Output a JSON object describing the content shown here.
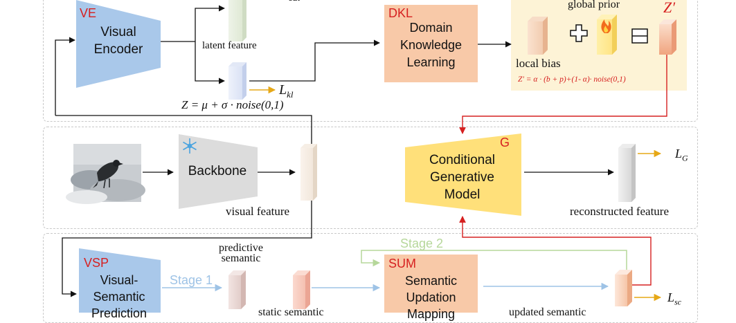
{
  "colors": {
    "encoder_blue": "#a9c8ea",
    "orange_box": "#f8c9a8",
    "yellow_trap": "#ffe07a",
    "gray_trap": "#dcdcdc",
    "red_tag": "#d62020",
    "arrow_red": "#d62020",
    "arrow_orange": "#e6a817",
    "arrow_blue": "#9ec3e6",
    "arrow_green": "#b6d79a"
  },
  "top": {
    "ve_tag": "VE",
    "ve_label_1": "Visual",
    "ve_label_2": "Encoder",
    "cut_text": "cut",
    "latent_feature": "latent feature",
    "loss_kl_main": "L",
    "loss_kl_sub": "kl",
    "z_formula": "Z =  μ + σ · noise(0,1)",
    "dkl_tag": "DKL",
    "dkl_line_1": "Domain",
    "dkl_line_2": "Knowledge",
    "dkl_line_3": "Learning",
    "global_prior": "global prior",
    "local_bias": "local bias",
    "z_prime": "Z′",
    "z_prime_formula": "Z′ = α · (b + p)+(1- α)· noise(0,1)",
    "plus_icon": "plus-icon",
    "fire_icon": "fire-icon",
    "concat_icon": "concat-icon"
  },
  "middle": {
    "backbone_label": "Backbone",
    "snowflake_icon": "snowflake-icon",
    "visual_feature": "visual feature",
    "g_tag": "G",
    "cgm_line_1": "Conditional",
    "cgm_line_2": "Generative",
    "cgm_line_3": "Model",
    "reconstructed_feature": "reconstructed feature",
    "loss_g_main": "L",
    "loss_g_sub": "G"
  },
  "bottom": {
    "vsp_tag": "VSP",
    "vsp_line_1": "Visual-",
    "vsp_line_2": "Semantic",
    "vsp_line_3": "Prediction",
    "stage1": "Stage 1",
    "stage2": "Stage 2",
    "predictive_1": "predictive",
    "predictive_2": "semantic",
    "static_semantic": "static semantic",
    "sum_tag": "SUM",
    "sum_line_1": "Semantic",
    "sum_line_2": "Updation",
    "sum_line_3": "Mapping",
    "updated_semantic": "updated semantic",
    "loss_sc_main": "L",
    "loss_sc_sub": "sc"
  }
}
